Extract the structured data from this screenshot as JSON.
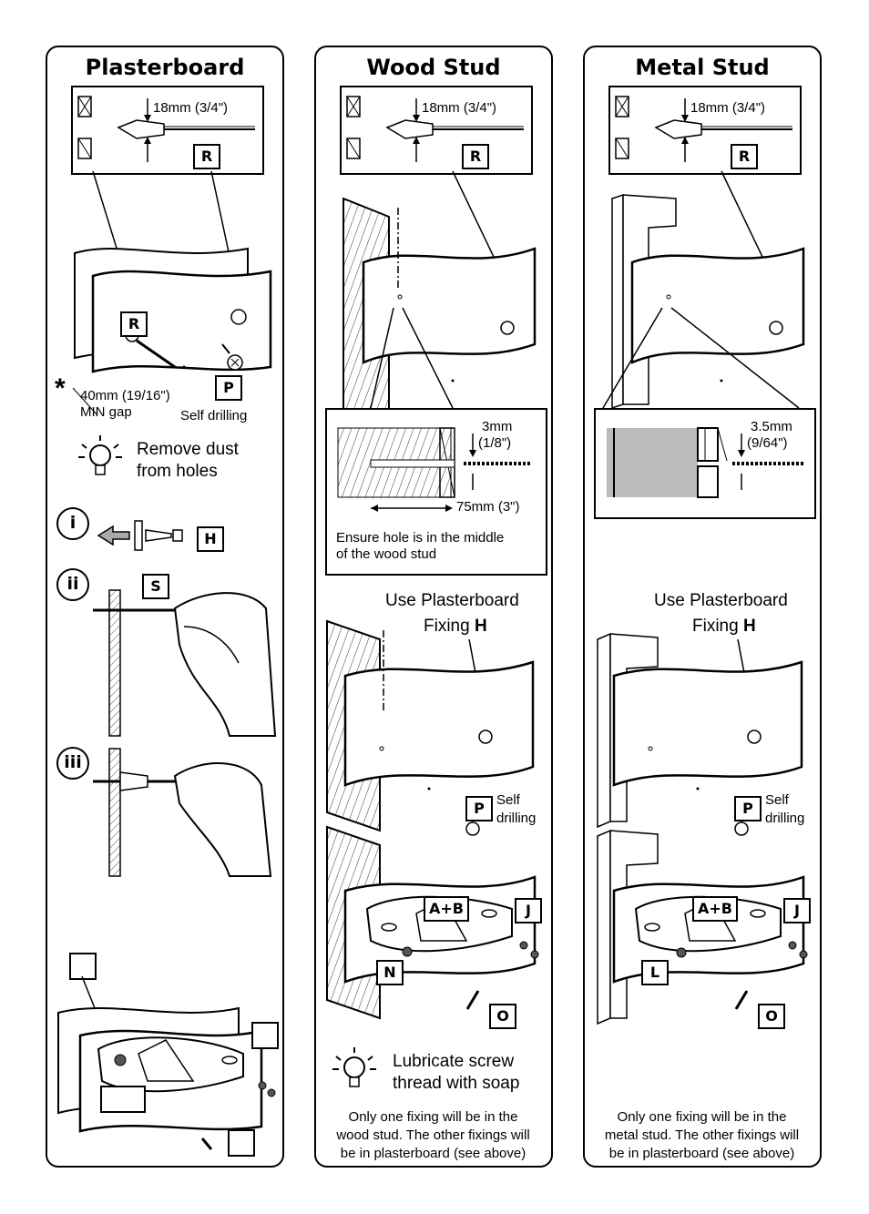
{
  "panels": {
    "plasterboard": {
      "title": "Plasterboard",
      "bit_size": "18mm (3/4\")",
      "badge_r": "R",
      "badge_p": "P",
      "gap_label_1": "40mm (19/16\")",
      "gap_label_2": "MIN gap",
      "self_drilling": "Self drilling",
      "tip_line1": "Remove dust",
      "tip_line2": "from holes",
      "steps": [
        "i",
        "ii",
        "iii"
      ],
      "badge_h": "H",
      "badge_s": "S"
    },
    "wood_stud": {
      "title": "Wood Stud",
      "bit_size": "18mm (3/4\")",
      "badge_r": "R",
      "drill_size_1": "3mm",
      "drill_size_2": "(1/8\")",
      "depth": "75mm (3\")",
      "note_1": "Ensure hole is in the middle",
      "note_2": "of the wood stud",
      "use_line1": "Use Plasterboard",
      "use_line2": "Fixing",
      "use_badge": "H",
      "badge_p": "P",
      "self_1": "Self",
      "self_2": "drilling",
      "badge_ab": "A+B",
      "badge_j": "J",
      "badge_n": "N",
      "badge_o": "O",
      "tip_line1": "Lubricate screw",
      "tip_line2": "thread with soap",
      "footer_1": "Only one fixing will be in the",
      "footer_2": "wood stud. The other fixings will",
      "footer_3": "be in plasterboard (see above)"
    },
    "metal_stud": {
      "title": "Metal Stud",
      "bit_size": "18mm (3/4\")",
      "badge_r": "R",
      "drill_size_1": "3.5mm",
      "drill_size_2": "(9/64\")",
      "use_line1": "Use Plasterboard",
      "use_line2": "Fixing",
      "use_badge": "H",
      "badge_p": "P",
      "self_1": "Self",
      "self_2": "drilling",
      "badge_ab": "A+B",
      "badge_j": "J",
      "badge_l": "L",
      "badge_o": "O",
      "footer_1": "Only one fixing will be in the",
      "footer_2": "metal stud. The other fixings will",
      "footer_3": "be in plasterboard (see above)"
    }
  }
}
